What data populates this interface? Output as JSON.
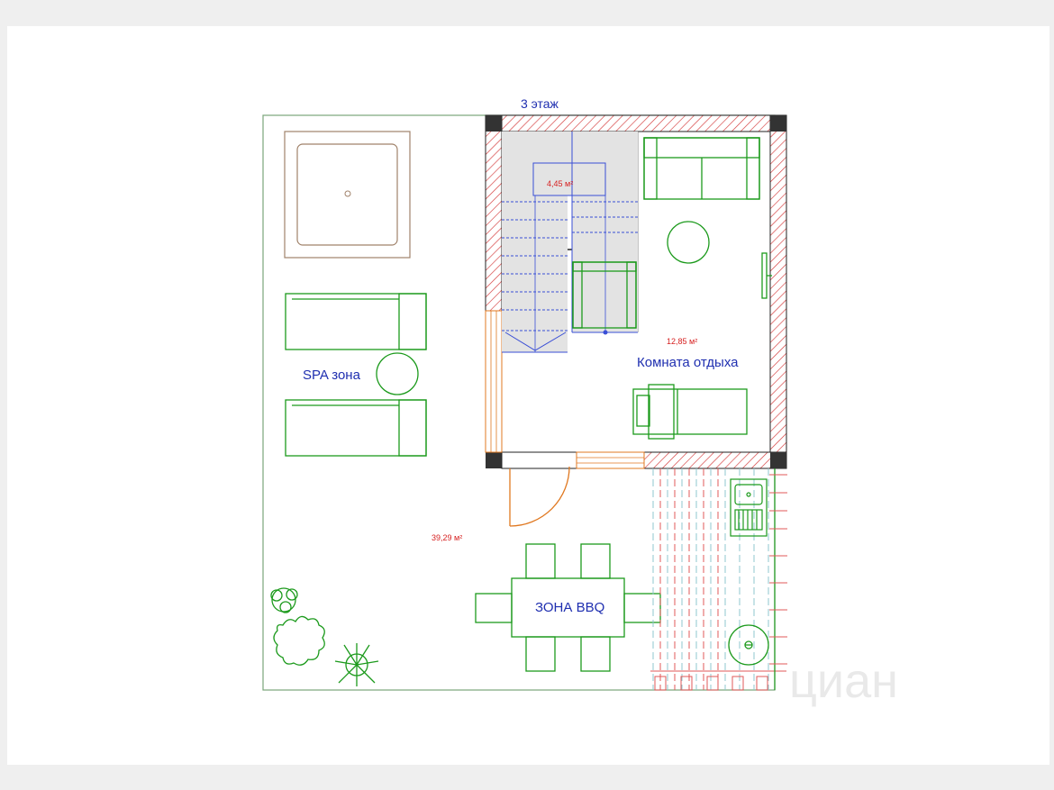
{
  "floor_title": "3 этаж",
  "rooms": {
    "stair_area": "4,45 м²",
    "lounge_area": "12,85 м²",
    "lounge_name": "Комната отдыха",
    "terrace_area": "39,29 м²",
    "spa_name": "SPA зона",
    "bbq_name": "ЗОНА BBQ"
  },
  "watermark": "циан",
  "colors": {
    "furniture": "#1c9a1c",
    "stairs": "#3a4fd6",
    "labels": "#1f2fb0",
    "areas": "#d61f1f",
    "wall_hatch": "#d43a3a",
    "door": "#e07820",
    "outline": "#7aa57a"
  }
}
